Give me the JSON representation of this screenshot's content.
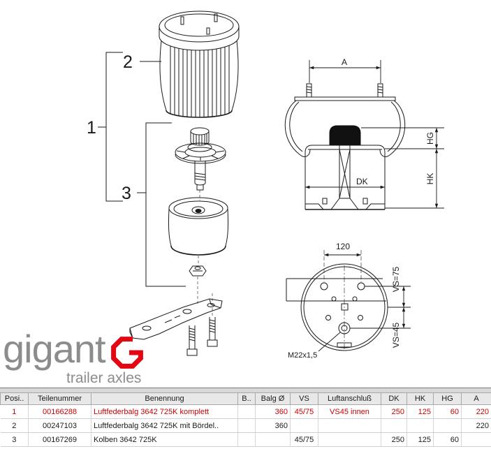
{
  "drawing": {
    "callouts": {
      "assembly": "1",
      "bellows": "2",
      "piston": "3"
    },
    "section_labels": {
      "a": "A",
      "hg": "HG",
      "hk": "HK",
      "dk": "DK"
    },
    "plate_labels": {
      "spacing": "120",
      "vs_upper": "VS=75",
      "vs_lower": "VS=45",
      "thread": "M22x1,5"
    }
  },
  "logo": {
    "wordmark": "gigant",
    "tagline": "trailer axles"
  },
  "colors": {
    "highlight_row_text": "#cc0000",
    "logo_red": "#e30613",
    "logo_gray": "#8c8c8c"
  },
  "table": {
    "headers": {
      "pos": "Posi..",
      "part_number": "Teilenummer",
      "name": "Benennung",
      "b": "B..",
      "bellows_diameter": "Balg Ø",
      "vs": "VS",
      "air_connection": "Luftanschluß",
      "dk": "DK",
      "hk": "HK",
      "hg": "HG",
      "a": "A"
    },
    "rows": [
      {
        "pos": "1",
        "part_number": "00166288",
        "name": "Luftfederbalg 3642 725K komplett",
        "b": "",
        "bellows_diameter": "360",
        "vs": "45/75",
        "air_connection": "VS45 innen",
        "dk": "250",
        "hk": "125",
        "hg": "60",
        "a": "220"
      },
      {
        "pos": "2",
        "part_number": "00247103",
        "name": "Luftfederbalg 3642 725K mit Bördel..",
        "b": "",
        "bellows_diameter": "360",
        "vs": "",
        "air_connection": "",
        "dk": "",
        "hk": "",
        "hg": "",
        "a": "220"
      },
      {
        "pos": "3",
        "part_number": "00167269",
        "name": "Kolben 3642 725K",
        "b": "",
        "bellows_diameter": "",
        "vs": "45/75",
        "air_connection": "",
        "dk": "250",
        "hk": "125",
        "hg": "60",
        "a": ""
      }
    ]
  }
}
